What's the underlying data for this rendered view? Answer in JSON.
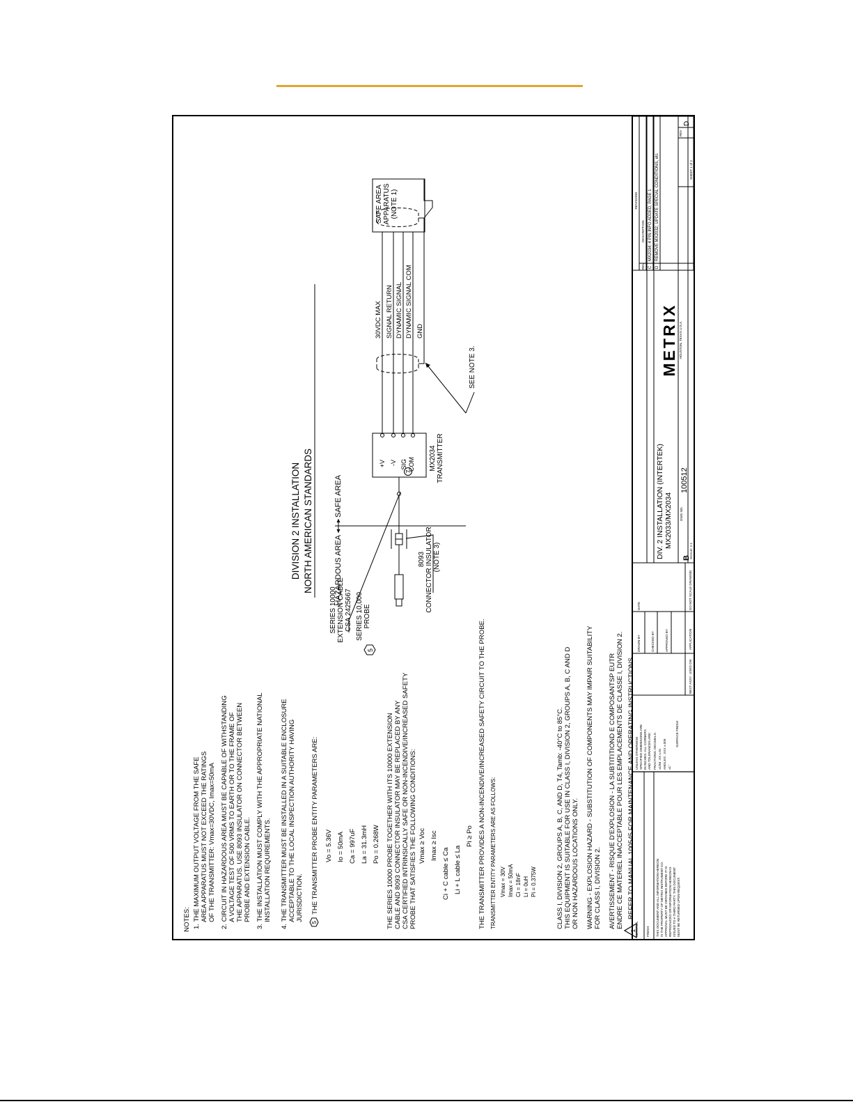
{
  "notes": {
    "heading": "NOTES:",
    "n1a": "1. THE MAXIMUM OUTPUT VOLTAGE FROM THE SAFE",
    "n1b": "AREA APPARATUS MUST NOT EXCEED THE RATINGS",
    "n1c": "OF THE TRANSMITTER:  Vmax=30VDC, Imax=50mA",
    "n2a": "2. CIRCUIT IN HAZARDOUS AREA MUST BE CAPABLE OF WITHSTANDING",
    "n2b": "A VOLTAGE TEST OF 500 VRMS TO EARTH OR TO THE FRAME OF",
    "n2c": "THE APPARATUS.  USE 8093 INSULATOR ON CONNECTOR BETWEEN",
    "n2d": "PROBE AND EXTENSION CABLE.",
    "n3a": "3. THE INSTALLATION MUST COMPLY WITH THE APPROPRIATE NATIONAL",
    "n3b": "INSTALLATION REQUIREMENTS.",
    "n4a": "4. THE TRANSMITTER MUST BE INSTALLED IN A SUITABLE ENCLOSURE",
    "n4b": "ACCEPTABLE TO THE LOCAL INSPECTION AUTHORITY HAVING",
    "n4c": "JURISDICTION.",
    "n5_marker": "5",
    "n5": "THE TRANSMITTER PROBE ENTITY PARAMETERS ARE:",
    "p_vo": "Vo  =  5.36V",
    "p_io": "Io  =  50mA",
    "p_ca": "Ca  =  997uF",
    "p_la": "La  =  31.3mH",
    "p_po": "Po  =  0.268W",
    "s1": "THE SERIES 10000 PROBE TOGETHER WITH ITS 10000 EXTENSION",
    "s2": "CABLE AND 8093 CONNECTOR INSULATOR MAY BE REPLACED BY ANY",
    "s3": "CSA CERTIFIED INTRINSICALLY SAFE OR NON-INCENDIVE/INCREASED SAFETY",
    "s4": "PROBE THAT SATISFIES THE FOLLOWING CONDITIONS:",
    "c1": "Vmax  ≥  Voc",
    "c2": "Imax  ≥  Isc",
    "c3": "Ci + C cable  ≤  Ca",
    "c4": "Li + L cable  ≤  La",
    "c5": "Pi  ≥  Po",
    "t1": "THE TRANSMITTER PROVIDES A NON-INCENDIVE/INCREASED SAFETY CIRCUIT TO THE PROBE.",
    "t2": "TRANSMITTER ENTITY PARAMETERS ARE AS FOLLOWS:",
    "e1": "Vmax = 30V",
    "e2": "Imax = 50mA",
    "e3": "Ci = 18nF",
    "e4": "Li = 0uH",
    "e5": "Pi = 0.375W",
    "k1": "CLASS I, DIVISION 2, GROUPS A, B, C, AND D, T4, Tamb: -40°C to 85°C.",
    "k2": "THIS EQUIPMENT IS SUITABLE FOR USE IN CLASS I, DIVISION 2, GROUPS A, B, C AND D",
    "k3": "OR NON HAZARDOUS LOCATIONS ONLY.",
    "w1": "WARNING - EXPLOSION HAZARD - SUBSTITUTION OF COMPONENTS MAY IMPAIR SUITABILITY",
    "w2": "FOR CLASS I, DIVISION 2.",
    "a1": "AVERTISSEMENT - RISQUE D'EXPLOSION - LA SUBTITITIOND E COMPOSANTSP EUTR",
    "a2": "ENDRE CE MATERIEL INACCEPTABLE POUR LES EMPLACEMENTS DE CLASSE I, DIVISION 2.",
    "warn_marker": "1",
    "r1": "REFER TO MANUAL 100545 FOR MAINTENANCE AND OPERATING INSTRUCTIONS."
  },
  "diagram": {
    "title1": "DIVISION 2 INSTALLATION",
    "title2": "NORTH AMERICAN STANDARDS",
    "hazardous": "HAZARDOUS AREA",
    "safe": "SAFE AREA",
    "cable1": "SERIES 10000",
    "cable2": "EXTENSION CABLE",
    "cable3": "CSA 2425667",
    "probe1": "SERIES 10,000",
    "probe2": "PROBE",
    "probe_marker": "5",
    "ins1": "8093",
    "ins2": "CONNECTOR INSULATOR",
    "ins3": "(NOTE 3)",
    "tx1": "MX2034",
    "tx2": "TRANSMITTER",
    "pin_pv": "+V",
    "pin_mv": "-V",
    "pin_sig": "SIG",
    "pin_com": "COM",
    "pin_marker": "7",
    "w_30v": "30VDC MAX",
    "w_ret": "SIGNAL RETURN",
    "w_dyn": "DYNAMIC SIGNAL",
    "w_dcom": "DYNAMIC SIGNAL COM",
    "w_gnd": "GND",
    "see_note": "SEE NOTE 3.",
    "sa1": "SAFE AREA",
    "sa2": "APPARATUS",
    "sa3": "(NOTE 1)"
  },
  "revisions": {
    "title": "REVISIONS",
    "h_rev": "REV",
    "h_desc": "DESCRIPTION",
    "c_rev": "C",
    "c_desc": "MX2034: 4 PIN INFO ADDED, PAGE 1",
    "d_rev": "D",
    "d_desc": "REMOVE MX2032; UPDATE SPECIAL CONDITIONS, etc"
  },
  "titleblock": {
    "material": "MATERIAL",
    "finish": "FINISH",
    "prop1": "THIS DOCUMENT AND ALL INFORMATION HEREON",
    "prop2": "IS THE PROPERTY OF METRIX INSTRUMENT CO.",
    "prop3": "APPROVAL MUST BE OBTAINED BEFORE IT IS",
    "prop4": "REPRODUCED OR INFORMATION HEREON IS",
    "prop5": "ISSUED TO A THIRD PARTY. THIS DOCUMENT",
    "prop6": "MUST BE RETURNED UPON REQUEST.",
    "tol1": "UNLESS OTHERWISE",
    "tol2": "SPECIFIED DIMENSIONS ARE",
    "tol3": "IN INCHES. ALL CORNERS",
    "tol4": "AND TOLERANCES ARE:",
    "tol5": "FRACTIONS: DECIMALS:",
    "tol6": "±1/64   .XX ±.01",
    "tol7": "ANGLES: .XXX ±.005",
    "tol8": "±1°",
    "tol9": "SURFACE FINISH",
    "next_assy": "NEXT ASSY",
    "used_on": "USED ON",
    "application": "APPLICATION",
    "drawn": "DRAWN BY",
    "checked": "CHECKED BY",
    "approved": "APPROVED BY",
    "date": "DATE",
    "dnscale": "DO NOT SCALE DRAWING",
    "company": "METRIX",
    "company_sub": "HOUSTON, TEXAS U.S.A.",
    "dtitle1": "DIV. 2 INSTALLATION (INTERTEK)",
    "dtitle2": "MX2033/MX2034",
    "size": "B",
    "dwgno_label": "DWG NO.",
    "dwgno": "100512",
    "rev_label": "REV",
    "rev": "D",
    "scale": "SCALE: 1:1",
    "sheet": "SHEET 1 of 2"
  }
}
